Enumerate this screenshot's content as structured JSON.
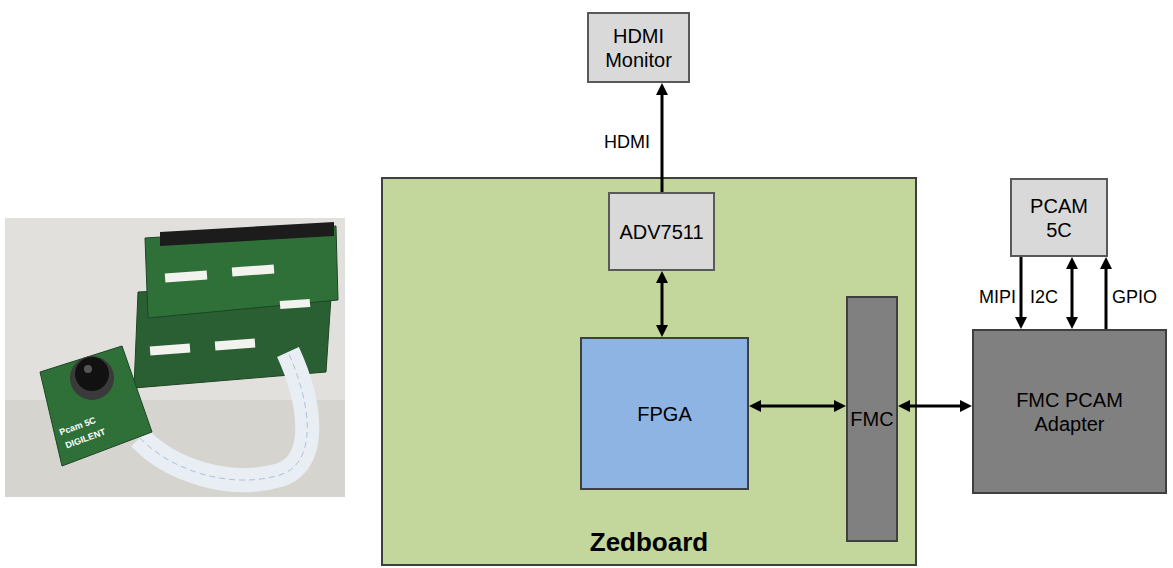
{
  "diagram": {
    "nodes": [
      {
        "text": [
          "HDMI Monitor"
        ]
      },
      {
        "text": [
          "Zedboard"
        ]
      },
      {
        "text": [
          "ADV7511"
        ],
        "in": 1
      },
      {
        "text": [
          "FPGA"
        ],
        "in": 1
      },
      {
        "text": [
          "FMC"
        ],
        "in": 1
      },
      {
        "text": [
          "PCAM 5C"
        ]
      },
      {
        "text": [
          "FMC PCAM Adapter"
        ]
      }
    ],
    "edges": [
      {
        "from": 2,
        "to": 0,
        "arrow": "to",
        "label": "HDMI"
      },
      {
        "from": 2,
        "to": 3,
        "arrow": "both"
      },
      {
        "from": 3,
        "to": 4,
        "arrow": "both"
      },
      {
        "from": 4,
        "to": 6,
        "arrow": "both"
      },
      {
        "from": 5,
        "to": 6,
        "arrow": "to",
        "label": "MIPI"
      },
      {
        "from": 5,
        "to": 6,
        "arrow": "both",
        "label": "I2C"
      },
      {
        "from": 6,
        "to": 5,
        "arrow": "to",
        "label": "GPIO"
      }
    ],
    "labels": [
      "Pcam 5C",
      "DIGILENT"
    ]
  }
}
